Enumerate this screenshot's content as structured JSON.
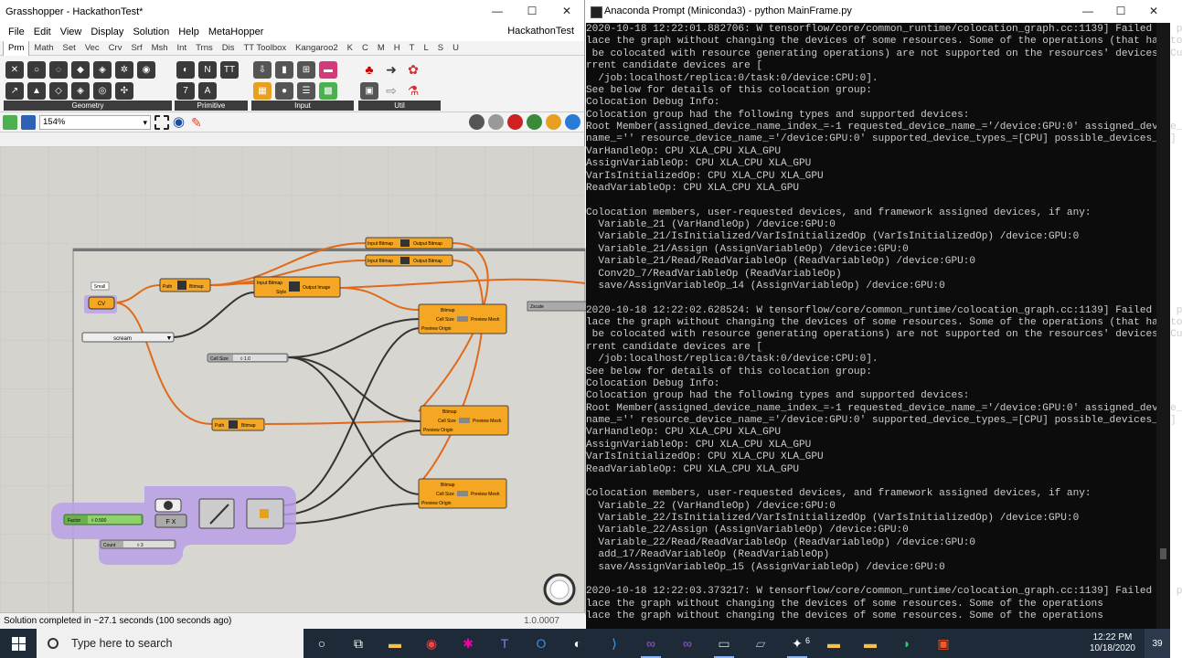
{
  "gh": {
    "title": "Grasshopper - HackathonTest*",
    "doc_name": "HackathonTest",
    "window_controls": {
      "minimize": "—",
      "maximize": "☐",
      "close": "✕"
    },
    "menu": [
      "File",
      "Edit",
      "View",
      "Display",
      "Solution",
      "Help",
      "MetaHopper"
    ],
    "tabs": [
      "Prm",
      "Math",
      "Set",
      "Vec",
      "Crv",
      "Srf",
      "Msh",
      "Int",
      "Trns",
      "Dis",
      "TT Toolbox",
      "Kangaroo2",
      "K",
      "C",
      "M",
      "H",
      "T",
      "L",
      "S",
      "U"
    ],
    "active_tab": "Prm",
    "groups": [
      "Geometry",
      "Primitive",
      "Input",
      "Util"
    ],
    "zoom": "154%",
    "status": "Solution completed in ~27.1 seconds (100 seconds ago)",
    "version": "1.0.0007",
    "components": {
      "small_label": "Small",
      "stream": "scream",
      "path1": "Path",
      "bitmap": "Bitmap",
      "input_bitmap": "Input Bitmap",
      "style": "Style",
      "output_image": "Output Image",
      "output_bitmap": "Output Bitmap",
      "cell_size": "Cell Size",
      "cell_size_val": "◊ 1.0",
      "preview_origin": "Preview Origin",
      "preview_mesh": "Preview Mesh",
      "bitmap_label": "Bitmap",
      "zscale": "Zscale",
      "factor": "Factor",
      "factor_val": "◊ 0.500",
      "count": "Count",
      "count_val": "◊ 3",
      "path2": "Path"
    }
  },
  "anaconda": {
    "title": "Anaconda Prompt (Miniconda3) - python  MainFrame.py",
    "window_controls": {
      "minimize": "—",
      "maximize": "☐",
      "close": "✕"
    },
    "lines": [
      "2020-10-18 12:22:01.882706: W tensorflow/core/common_runtime/colocation_graph.cc:1139] Failed to p",
      "lace the graph without changing the devices of some resources. Some of the operations (that had to",
      " be colocated with resource generating operations) are not supported on the resources' devices. Cu",
      "rrent candidate devices are [",
      "  /job:localhost/replica:0/task:0/device:CPU:0].",
      "See below for details of this colocation group:",
      "Colocation Debug Info:",
      "Colocation group had the following types and supported devices:",
      "Root Member(assigned_device_name_index_=-1 requested_device_name_='/device:GPU:0' assigned_device_",
      "name_='' resource_device_name_='/device:GPU:0' supported_device_types_=[CPU] possible_devices_=[]",
      "VarHandleOp: CPU XLA_CPU XLA_GPU",
      "AssignVariableOp: CPU XLA_CPU XLA_GPU",
      "VarIsInitializedOp: CPU XLA_CPU XLA_GPU",
      "ReadVariableOp: CPU XLA_CPU XLA_GPU",
      "",
      "Colocation members, user-requested devices, and framework assigned devices, if any:",
      "  Variable_21 (VarHandleOp) /device:GPU:0",
      "  Variable_21/IsInitialized/VarIsInitializedOp (VarIsInitializedOp) /device:GPU:0",
      "  Variable_21/Assign (AssignVariableOp) /device:GPU:0",
      "  Variable_21/Read/ReadVariableOp (ReadVariableOp) /device:GPU:0",
      "  Conv2D_7/ReadVariableOp (ReadVariableOp)",
      "  save/AssignVariableOp_14 (AssignVariableOp) /device:GPU:0",
      "",
      "2020-10-18 12:22:02.628524: W tensorflow/core/common_runtime/colocation_graph.cc:1139] Failed to p",
      "lace the graph without changing the devices of some resources. Some of the operations (that had to",
      " be colocated with resource generating operations) are not supported on the resources' devices. Cu",
      "rrent candidate devices are [",
      "  /job:localhost/replica:0/task:0/device:CPU:0].",
      "See below for details of this colocation group:",
      "Colocation Debug Info:",
      "Colocation group had the following types and supported devices:",
      "Root Member(assigned_device_name_index_=-1 requested_device_name_='/device:GPU:0' assigned_device_",
      "name_='' resource_device_name_='/device:GPU:0' supported_device_types_=[CPU] possible_devices_=[]",
      "VarHandleOp: CPU XLA_CPU XLA_GPU",
      "AssignVariableOp: CPU XLA_CPU XLA_GPU",
      "VarIsInitializedOp: CPU XLA_CPU XLA_GPU",
      "ReadVariableOp: CPU XLA_CPU XLA_GPU",
      "",
      "Colocation members, user-requested devices, and framework assigned devices, if any:",
      "  Variable_22 (VarHandleOp) /device:GPU:0",
      "  Variable_22/IsInitialized/VarIsInitializedOp (VarIsInitializedOp) /device:GPU:0",
      "  Variable_22/Assign (AssignVariableOp) /device:GPU:0",
      "  Variable_22/Read/ReadVariableOp (ReadVariableOp) /device:GPU:0",
      "  add_17/ReadVariableOp (ReadVariableOp)",
      "  save/AssignVariableOp_15 (AssignVariableOp) /device:GPU:0",
      "",
      "2020-10-18 12:22:03.373217: W tensorflow/core/common_runtime/colocation_graph.cc:1139] Failed to p",
      "lace the graph without changing the devices of some resources. Some of the operations",
      "lace the graph without changing the devices of some resources. Some of the operations"
    ]
  },
  "taskbar": {
    "search_placeholder": "Type here to search",
    "time": "12:22 PM",
    "date": "10/18/2020",
    "notification_count": "39",
    "badge_count": "6"
  }
}
